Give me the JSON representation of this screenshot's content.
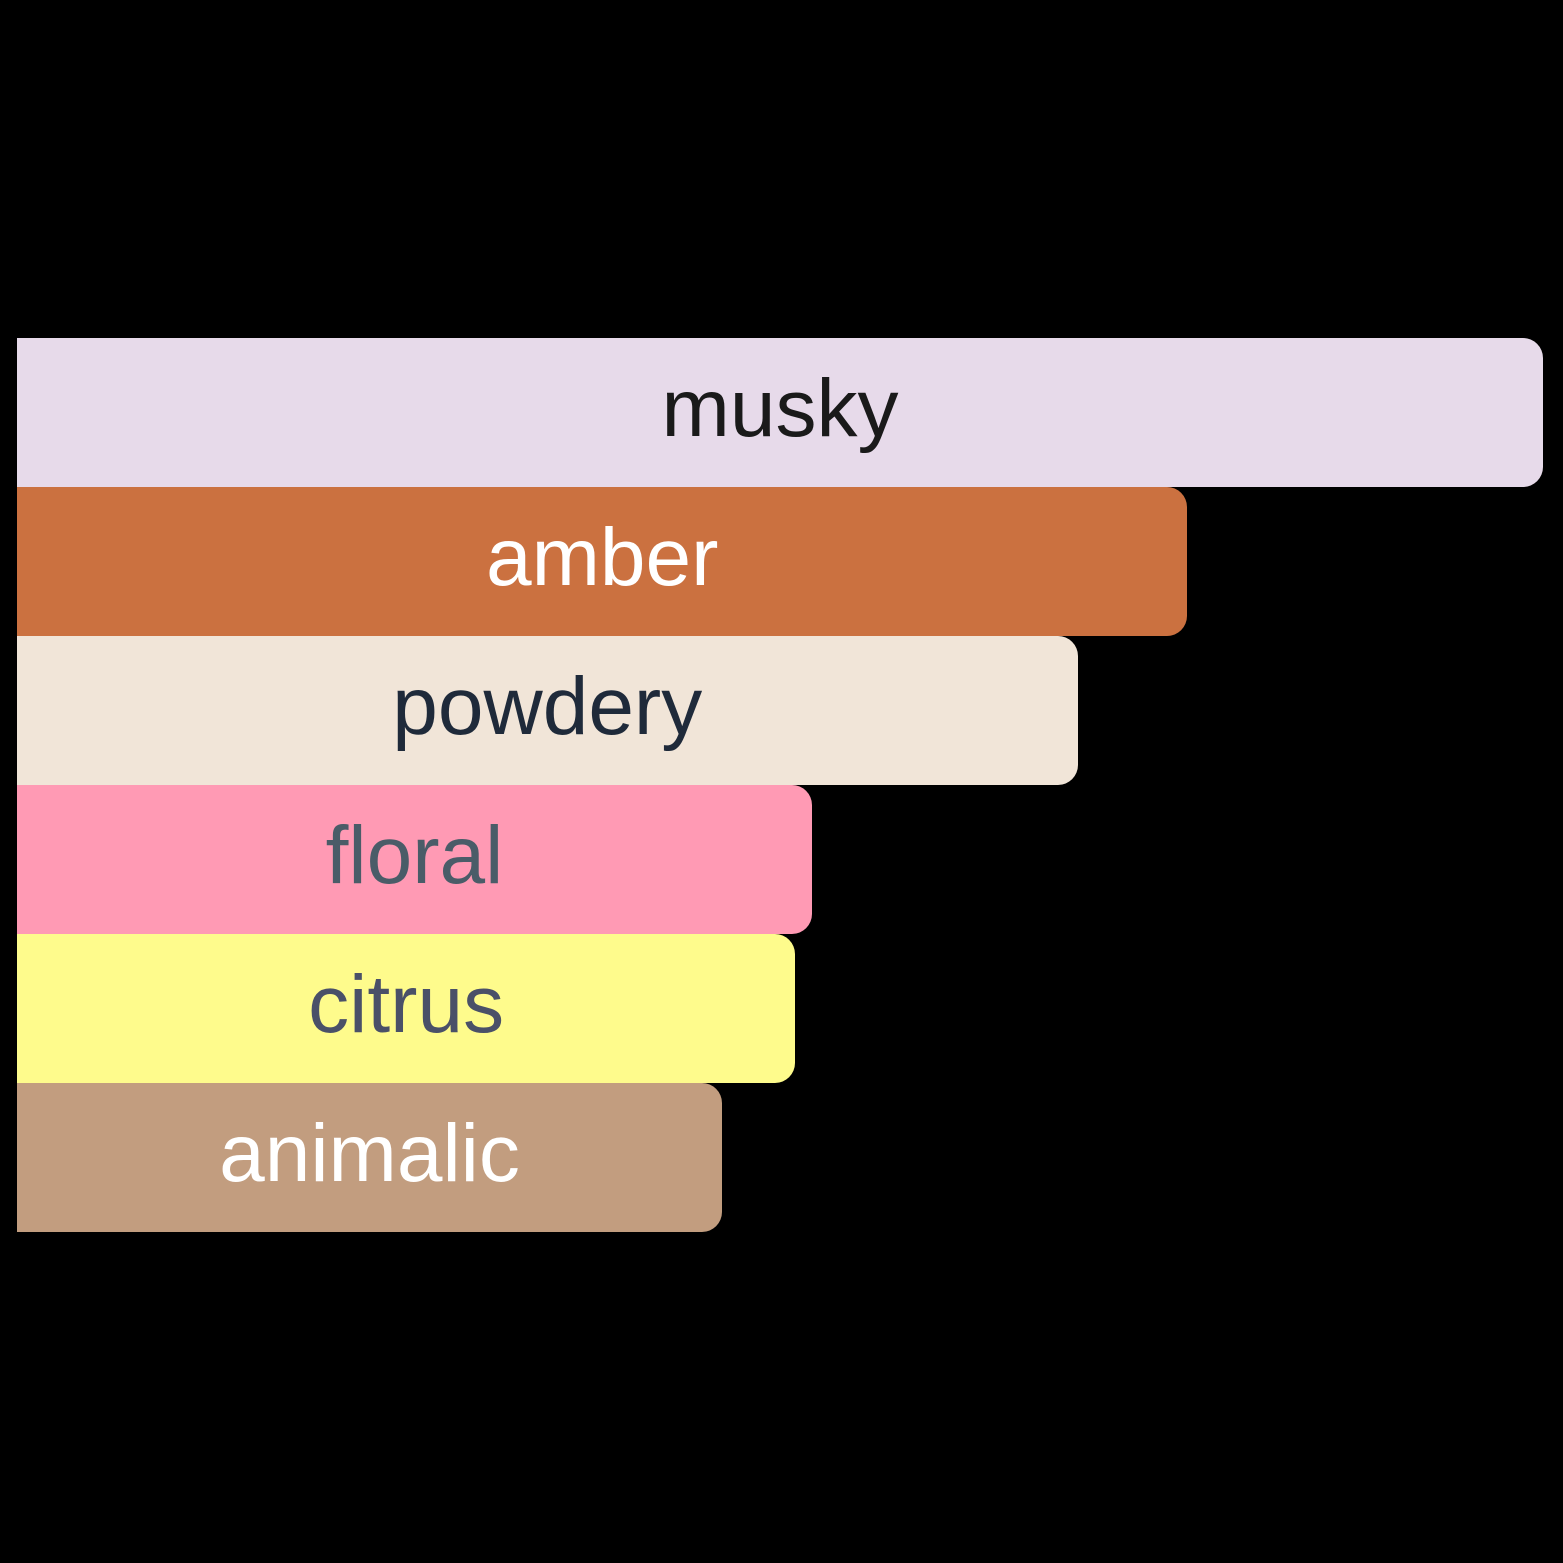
{
  "chart_data": {
    "type": "bar",
    "orientation": "horizontal",
    "title": "",
    "xlabel": "",
    "ylabel": "",
    "grid": false,
    "legend": "none",
    "xlim": [
      0,
      100
    ],
    "categories": [
      "musky",
      "amber",
      "powdery",
      "floral",
      "citrus",
      "animalic"
    ],
    "values": [
      100,
      76.7,
      69.5,
      52.1,
      51.0,
      46.2
    ],
    "colors": [
      "#E7DAEA",
      "#CB7140",
      "#F1E5D8",
      "#FF9AB4",
      "#FEFB8C",
      "#C29D7F"
    ],
    "label_colors": [
      "#1A1A1A",
      "#FFFFFF",
      "#1F2A3A",
      "#4A5C68",
      "#4A5068",
      "#FFFFFF"
    ]
  },
  "bars": [
    {
      "label": "musky",
      "width_pct": 100,
      "bg": "#E7DAEA",
      "fg": "#1A1A1A"
    },
    {
      "label": "amber",
      "width_pct": 76.7,
      "bg": "#CB7140",
      "fg": "#FFFFFF"
    },
    {
      "label": "powdery",
      "width_pct": 69.5,
      "bg": "#F1E5D8",
      "fg": "#1F2A3A"
    },
    {
      "label": "floral",
      "width_pct": 52.1,
      "bg": "#FF9AB4",
      "fg": "#4A5C68"
    },
    {
      "label": "citrus",
      "width_pct": 51.0,
      "bg": "#FEFB8C",
      "fg": "#4A5068"
    },
    {
      "label": "animalic",
      "width_pct": 46.2,
      "bg": "#C29D7F",
      "fg": "#FFFFFF"
    }
  ]
}
